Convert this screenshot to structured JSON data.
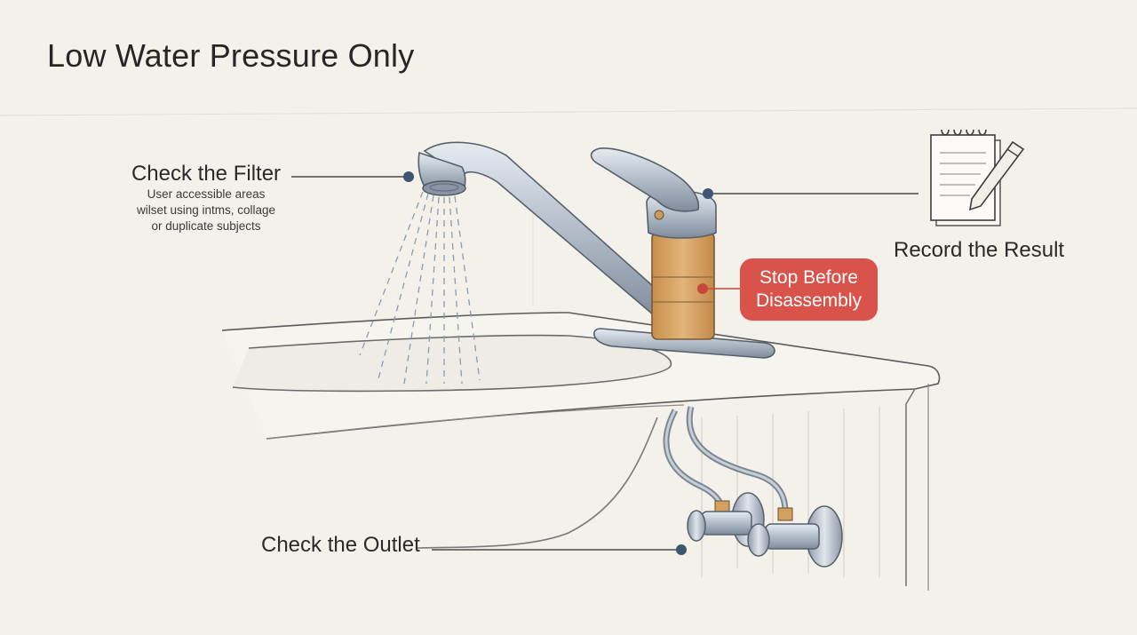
{
  "title": "Low Water Pressure Only",
  "callouts": {
    "filter": {
      "label": "Check the Filter",
      "sub_lines": [
        "User accessible areas",
        "wilset using intms, collage",
        "or duplicate subjects"
      ]
    },
    "record": {
      "label": "Record the Result"
    },
    "stop": {
      "lines": [
        "Stop Before",
        "Disassembly"
      ]
    },
    "outlet": {
      "label": "Check the Outlet"
    }
  },
  "colors": {
    "background": "#f3f1ea",
    "stop_badge": "#d9534a",
    "cartridge": "#d7a35f",
    "leader_dot": "#3e5670",
    "chrome": "#b9c3cf"
  },
  "icons": [
    "faucet-icon",
    "notepad-pencil-icon",
    "shutoff-valve-icon"
  ]
}
